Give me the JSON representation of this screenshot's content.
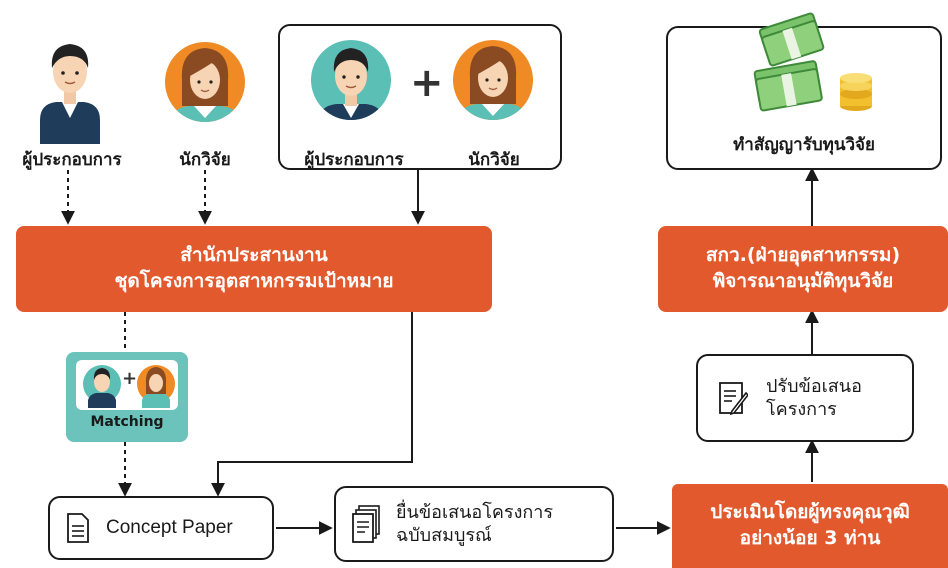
{
  "actors": {
    "entrepreneur_label": "ผู้ประกอบการ",
    "researcher_label": "นักวิจัย"
  },
  "pair_box": {
    "entrepreneur_label": "ผู้ประกอบการ",
    "researcher_label": "นักวิจัย",
    "plus": "+"
  },
  "funding_box": {
    "label": "ทำสัญญารับทุนวิจัย"
  },
  "coordination_office": {
    "line1": "สำนักประสานงาน",
    "line2": "ชุดโครงการอุตสาหกรรมเป้าหมาย"
  },
  "trf_box": {
    "line1": "สกว.(ฝ่ายอุตสาหกรรม)",
    "line2": "พิจารณาอนุมัติทุนวิจัย"
  },
  "revise_box": {
    "line1": "ปรับข้อเสนอ",
    "line2": "โครงการ"
  },
  "matching": {
    "label": "Matching",
    "plus": "+"
  },
  "concept_paper": {
    "label": "Concept Paper"
  },
  "full_proposal": {
    "line1": "ยื่นข้อเสนอโครงการ",
    "line2": "ฉบับสมบูรณ์"
  },
  "evaluation": {
    "line1": "ประเมินโดยผู้ทรงคุณวุฒิ",
    "line2": "อย่างน้อย 3 ท่าน"
  },
  "colors": {
    "accent_orange": "#e2592d",
    "matching_teal": "#6cc3bb",
    "avatar_orange": "#f08a24",
    "avatar_teal": "#5bbfb5"
  }
}
